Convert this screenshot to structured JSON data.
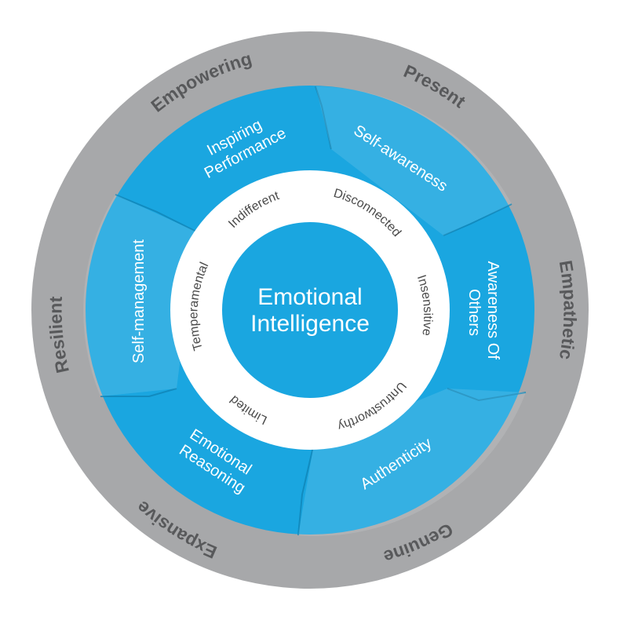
{
  "center": {
    "line1": "Emotional",
    "line2": "Intelligence"
  },
  "inner_ring": {
    "labels": [
      "Indifferent",
      "Disconnected",
      "Insensitive",
      "Untrustworthy",
      "Limited",
      "Temperamental"
    ]
  },
  "middle_ring": {
    "segments": [
      {
        "line1": "Inspiring",
        "line2": "Performance"
      },
      {
        "line1": "Self-awareness",
        "line2": ""
      },
      {
        "line1": "Awareness Of",
        "line2": "Others"
      },
      {
        "line1": "Authenticity",
        "line2": ""
      },
      {
        "line1": "Emotional",
        "line2": "Reasoning"
      },
      {
        "line1": "Self-management",
        "line2": ""
      }
    ]
  },
  "outer_ring": {
    "labels": [
      "Empowering",
      "Present",
      "Empathetic",
      "Genuine",
      "Expansive",
      "Resilient"
    ]
  },
  "colors": {
    "blue": "#1aa6e0",
    "blue_dark": "#1593c8",
    "gray": "#a7a8aa",
    "gray_text": "#58595b",
    "white": "#ffffff"
  }
}
